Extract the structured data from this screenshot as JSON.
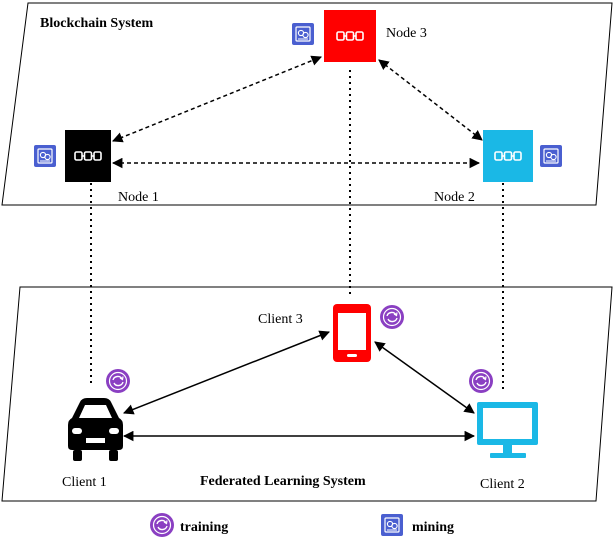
{
  "blockchain": {
    "title": "Blockchain System",
    "nodes": [
      {
        "label": "Node 1",
        "color": "#000000"
      },
      {
        "label": "Node 2",
        "color": "#1ab8e6"
      },
      {
        "label": "Node 3",
        "color": "#ff0000"
      }
    ]
  },
  "federated": {
    "title": "Federated Learning System",
    "clients": [
      {
        "label": "Client 1",
        "icon": "car-icon",
        "color": "#000000"
      },
      {
        "label": "Client 2",
        "icon": "monitor-icon",
        "color": "#1ab8e6"
      },
      {
        "label": "Client 3",
        "icon": "smartphone-icon",
        "color": "#ff0000"
      }
    ]
  },
  "legend": {
    "training": "training",
    "mining": "mining"
  },
  "colors": {
    "mining_badge": "#4a5fd0",
    "training_badge": "#8a3fc2"
  }
}
